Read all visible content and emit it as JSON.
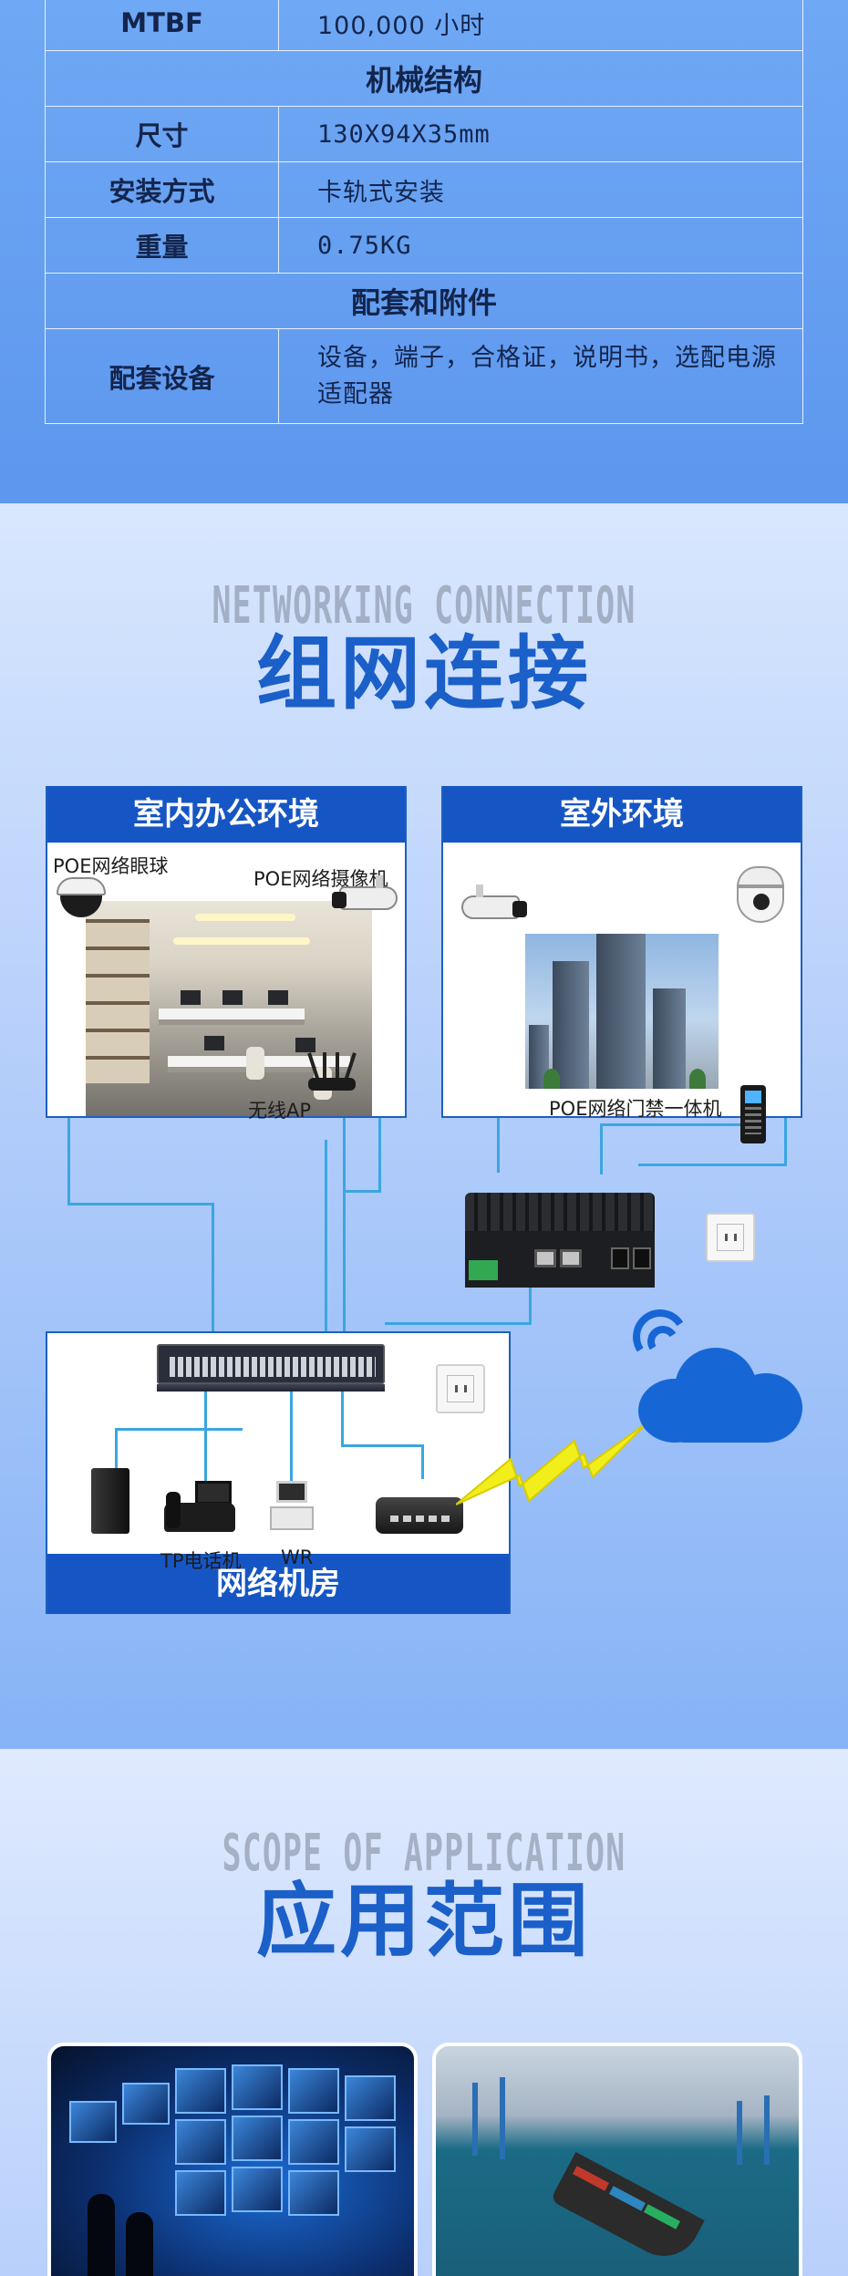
{
  "spec": {
    "rows": [
      {
        "key": "MTBF",
        "value": "100,000 小时"
      },
      {
        "section": "机械结构"
      },
      {
        "key": "尺寸",
        "value": "130X94X35mm"
      },
      {
        "key": "安装方式",
        "value": "卡轨式安装"
      },
      {
        "key": "重量",
        "value": "0.75KG"
      },
      {
        "section": "配套和附件"
      },
      {
        "key": "配套设备",
        "value": "设备，端子，合格证，说明书，选配电源适配器"
      }
    ]
  },
  "networking": {
    "ghost_title": "NETWORKING CONNECTION",
    "title": "组网连接",
    "indoor": {
      "title": "室内办公环境",
      "dome_label": "POE网络眼球",
      "bullet_label": "POE网络摄像机",
      "ap_label": "无线AP"
    },
    "outdoor": {
      "title": "室外环境",
      "access_label": "POE网络门禁一体机"
    },
    "room": {
      "title": "网络机房",
      "phone_label": "TP电话机",
      "ws_label": "WR"
    },
    "colors": {
      "accent": "#1656c4",
      "wire": "#3ba6e0",
      "bolt": "#f2ee1c"
    }
  },
  "application": {
    "ghost_title": "SCOPE OF APPLICATION",
    "title": "应用范围"
  }
}
